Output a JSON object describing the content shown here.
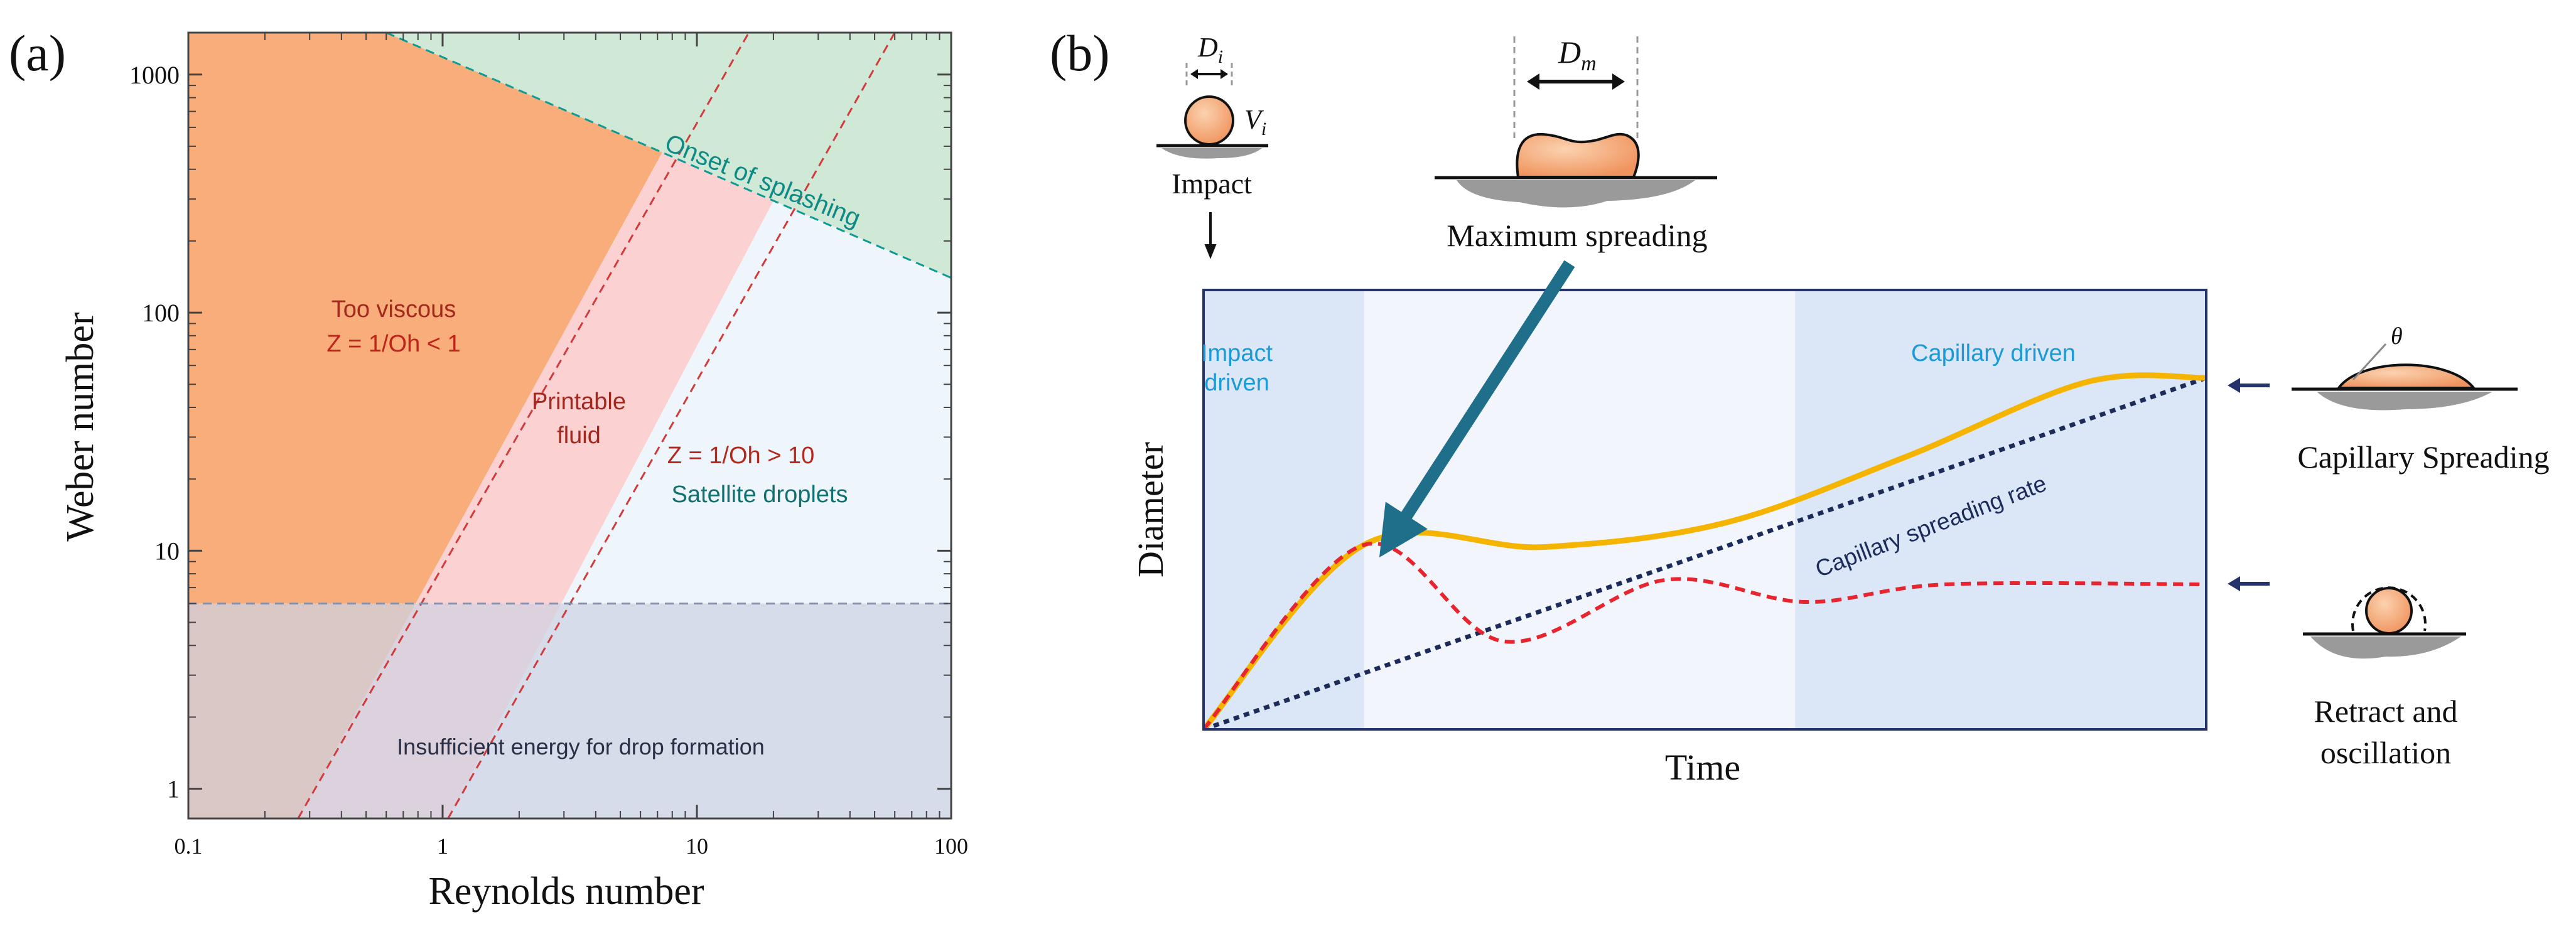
{
  "panel_a": {
    "label": "(a)",
    "chart_data": {
      "type": "area",
      "xlabel": "Reynolds number",
      "ylabel": "Weber number",
      "x_scale": "log",
      "y_scale": "log",
      "xlim": [
        0.1,
        100
      ],
      "ylim": [
        0.75,
        1500
      ],
      "x_ticks": [
        {
          "value": 0.1,
          "label": "0.1"
        },
        {
          "value": 1,
          "label": "1"
        },
        {
          "value": 10,
          "label": "10"
        },
        {
          "value": 100,
          "label": "100"
        }
      ],
      "y_ticks": [
        {
          "value": 1,
          "label": "1"
        },
        {
          "value": 10,
          "label": "10"
        },
        {
          "value": 100,
          "label": "100"
        },
        {
          "value": 1000,
          "label": "1000"
        }
      ],
      "lines": [
        {
          "name": "Onset of splashing",
          "points": [
            [
              0.6,
              1500
            ],
            [
              100,
              140
            ]
          ]
        },
        {
          "name": "Z = 1",
          "points": [
            [
              0.27,
              0.75
            ],
            [
              16,
              1500
            ]
          ]
        },
        {
          "name": "Z = 10",
          "points": [
            [
              1.05,
              0.75
            ],
            [
              60,
              1500
            ]
          ]
        },
        {
          "name": "Insufficient energy limit",
          "points": [
            [
              0.1,
              6
            ],
            [
              100,
              6
            ]
          ]
        }
      ],
      "regions": [
        {
          "id": "too-viscous",
          "color": "#f8ad7a"
        },
        {
          "id": "printable",
          "color": "#fbd1d1"
        },
        {
          "id": "splashing",
          "color": "#cfe9d6"
        },
        {
          "id": "satellite",
          "color": "#eef5fb"
        },
        {
          "id": "insufficient",
          "color": "#cfd3e3"
        }
      ],
      "annotations": {
        "too_viscous_1": "Too viscous",
        "too_viscous_2": "Z = 1/Oh < 1",
        "printable_1": "Printable",
        "printable_2": "fluid",
        "satellite_1": "Z = 1/Oh > 10",
        "satellite_2": "Satellite droplets",
        "splash": "Onset of splashing",
        "insufficient": "Insufficient energy for drop formation"
      }
    }
  },
  "panel_b": {
    "label": "(b)",
    "chart_data": {
      "type": "line",
      "xlabel": "Time",
      "ylabel": "Diameter",
      "xlim": [
        0,
        100
      ],
      "ylim": [
        0,
        100
      ],
      "shaded_regions": [
        {
          "label_1": "Impact",
          "label_2": "driven",
          "x": [
            0,
            16
          ]
        },
        {
          "label_1": "Capillary driven",
          "x": [
            59,
            100
          ]
        }
      ],
      "series": [
        {
          "id": "spreading",
          "color": "#f5b400",
          "style": "solid",
          "points": [
            [
              0,
              0
            ],
            [
              16,
              42
            ],
            [
              34,
              41.5
            ],
            [
              52,
              47
            ],
            [
              70,
              62
            ],
            [
              88,
              79
            ],
            [
              100,
              80
            ]
          ]
        },
        {
          "id": "retract",
          "color": "#e8242f",
          "style": "dashed",
          "points": [
            [
              0,
              0
            ],
            [
              16,
              42
            ],
            [
              30,
              20
            ],
            [
              46,
              34
            ],
            [
              60,
              29
            ],
            [
              74,
              33
            ],
            [
              100,
              33
            ]
          ]
        },
        {
          "id": "capillary-rate",
          "name": "Capillary spreading rate",
          "color": "#1d2b5a",
          "style": "dotted",
          "points": [
            [
              0,
              0
            ],
            [
              100,
              80
            ]
          ]
        }
      ]
    },
    "illustrations": {
      "impact_label": "Impact",
      "di_label": "D",
      "di_sub": "i",
      "vi_label": "V",
      "vi_sub": "i",
      "dm_label": "D",
      "dm_sub": "m",
      "max_spreading_label": "Maximum spreading",
      "theta_label": "θ",
      "capillary_label": "Capillary Spreading",
      "retract_label_1": "Retract and",
      "retract_label_2": "oscillation"
    },
    "colors": {
      "frame": "#24336b",
      "arrow": "#1f6f8b",
      "label_blue": "#1a9ad6",
      "droplet": "#f3a577"
    }
  }
}
